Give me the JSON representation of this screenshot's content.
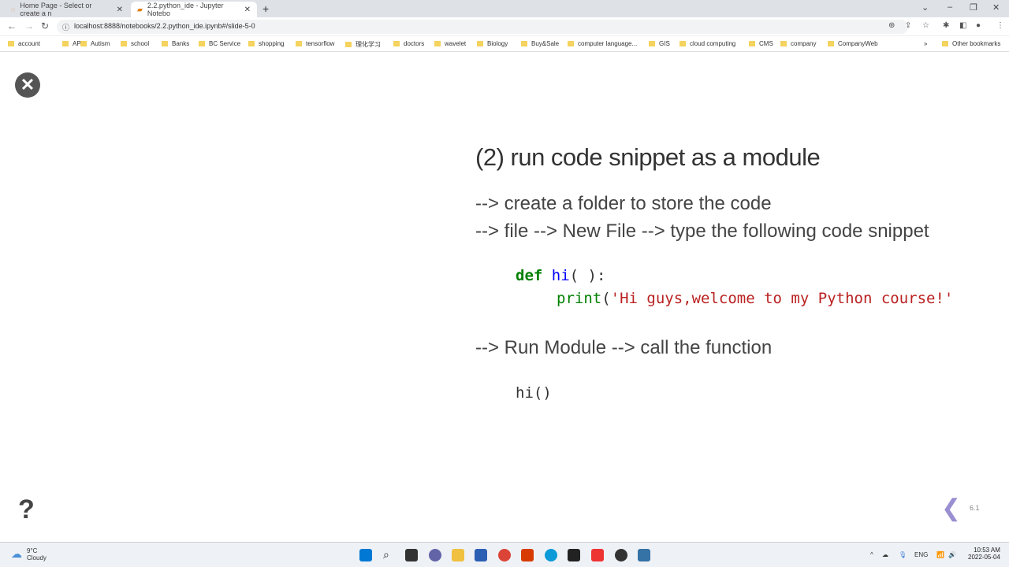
{
  "browser": {
    "tabs": [
      {
        "label": "Home Page - Select or create a n"
      },
      {
        "label": "2.2.python_ide - Jupyter Notebo"
      }
    ],
    "url": "localhost:8888/notebooks/2.2.python_ide.ipynb#/slide-5-0",
    "bookmarks": [
      "account",
      "AP",
      "Autism",
      "school",
      "Banks",
      "BC Service",
      "shopping",
      "tensorflow",
      "理化学习",
      "doctors",
      "wavelet",
      "Biology",
      "Buy&Sale",
      "computer language...",
      "GIS",
      "cloud computing",
      "CMS",
      "company",
      "CompanyWeb"
    ],
    "other_bookmarks": "Other bookmarks"
  },
  "slide": {
    "title": "(2) run code snippet as a module",
    "lines": [
      "--> create a folder to store the code",
      "--> file --> New File --> type the following code snippet",
      "--> Run Module --> call the function"
    ],
    "code1": {
      "kw": "def",
      "fn": "hi",
      "rest": "( ):",
      "print": "print",
      "open": "(",
      "str": "'Hi guys,welcome to my Python course!'"
    },
    "code2": "hi()",
    "slide_number": "6.1"
  },
  "taskbar": {
    "temp": "9°C",
    "weather": "Cloudy",
    "lang": "ENG",
    "time": "10:53 AM",
    "date": "2022-05-04"
  }
}
